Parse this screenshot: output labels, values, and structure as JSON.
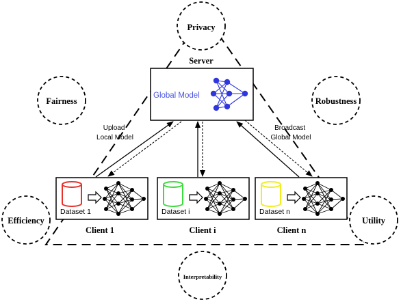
{
  "diagram": {
    "server_label": "Server",
    "global_model_label": "Global Model",
    "upload_label": [
      "Upload",
      "Local Model"
    ],
    "broadcast_label": [
      "Broadcast",
      "Global Model"
    ],
    "properties": {
      "privacy": "Privacy",
      "fairness": "Fairness",
      "robustness": "Robustness",
      "efficiency": "Efficiency",
      "utility": "Utility",
      "interpretability": "Interpretability"
    },
    "clients": [
      {
        "name": "Client 1",
        "dataset": "Dataset 1",
        "color": "#e8302a"
      },
      {
        "name": "Client i",
        "dataset": "Dataset i",
        "color": "#3ddc3d"
      },
      {
        "name": "Client n",
        "dataset": "Dataset n",
        "color": "#f2ee1c"
      }
    ],
    "colors": {
      "global_model": "#4a55e0",
      "global_nodes": "#2f36e0"
    }
  }
}
